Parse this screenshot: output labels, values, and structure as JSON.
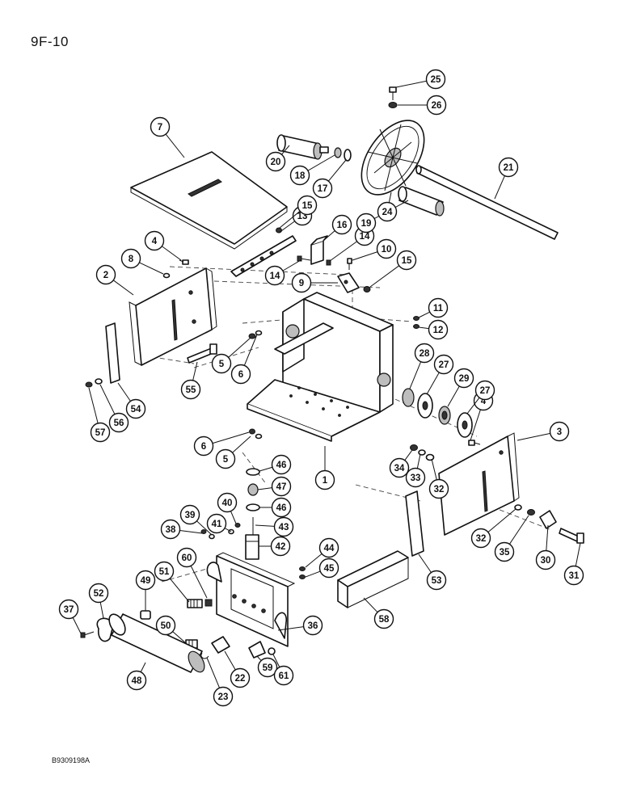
{
  "page": {
    "code": "9F-10",
    "reference": "B9309198A"
  },
  "callouts": [
    "1",
    "2",
    "3",
    "4",
    "4",
    "5",
    "5",
    "6",
    "6",
    "7",
    "8",
    "9",
    "10",
    "11",
    "12",
    "13",
    "14",
    "14",
    "15",
    "15",
    "16",
    "17",
    "18",
    "19",
    "20",
    "21",
    "22",
    "23",
    "24",
    "25",
    "26",
    "27",
    "27",
    "28",
    "29",
    "30",
    "31",
    "32",
    "32",
    "33",
    "34",
    "35",
    "36",
    "37",
    "38",
    "39",
    "40",
    "41",
    "42",
    "43",
    "44",
    "45",
    "46",
    "46",
    "47",
    "48",
    "49",
    "50",
    "51",
    "52",
    "53",
    "54",
    "55",
    "56",
    "57",
    "58",
    "59",
    "60",
    "61"
  ]
}
